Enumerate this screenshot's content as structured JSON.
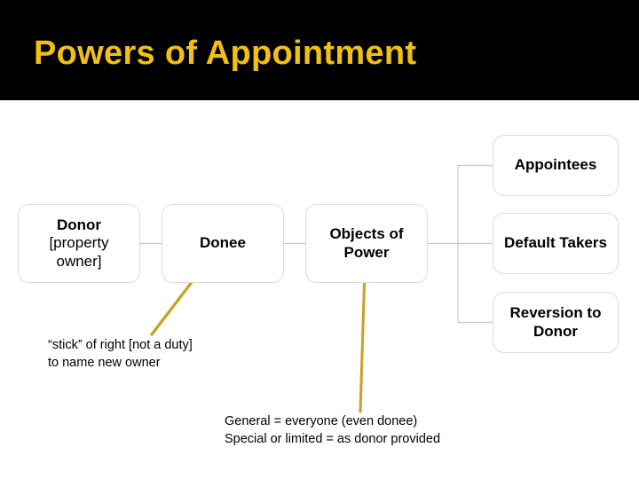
{
  "slide": {
    "title": "Powers of Appointment",
    "title_color": "#F2C014",
    "band_color": "#000000",
    "background_color": "#FFFFFF",
    "connector_color": "#C9C9C9",
    "accent_line_color": "#C9A227"
  },
  "diagram": {
    "type": "flow-chart",
    "nodes": [
      {
        "id": "donor",
        "lines": [
          {
            "text": "Donor",
            "weight": "bold"
          },
          {
            "text": "[property",
            "weight": "normal"
          },
          {
            "text": "owner]",
            "weight": "normal"
          }
        ]
      },
      {
        "id": "donee",
        "lines": [
          {
            "text": "Donee",
            "weight": "bold"
          }
        ]
      },
      {
        "id": "objects",
        "lines": [
          {
            "text": "Objects of",
            "weight": "bold"
          },
          {
            "text": "Power",
            "weight": "bold"
          }
        ]
      },
      {
        "id": "appointees",
        "lines": [
          {
            "text": "Appointees",
            "weight": "bold"
          }
        ]
      },
      {
        "id": "default_takers",
        "lines": [
          {
            "text": "Default Takers",
            "weight": "bold"
          }
        ]
      },
      {
        "id": "reversion",
        "lines": [
          {
            "text": "Reversion to",
            "weight": "bold"
          },
          {
            "text": "Donor",
            "weight": "bold"
          }
        ]
      }
    ],
    "connections": [
      {
        "from": "donor",
        "to": "donee",
        "style": "gray-line"
      },
      {
        "from": "donee",
        "to": "objects",
        "style": "gray-line"
      },
      {
        "from": "objects",
        "to": "appointees",
        "style": "gray-branch"
      },
      {
        "from": "objects",
        "to": "default_takers",
        "style": "gray-branch"
      },
      {
        "from": "objects",
        "to": "reversion",
        "style": "gray-branch"
      },
      {
        "from": "donee",
        "to": "annot_stick",
        "style": "gold-diagonal"
      },
      {
        "from": "objects",
        "to": "annot_general",
        "style": "gold-vertical"
      }
    ]
  },
  "annotations": {
    "stick": "“stick” of right [not a duty]\nto name new owner",
    "general": "General = everyone (even donee)\nSpecial or limited = as donor provided"
  }
}
